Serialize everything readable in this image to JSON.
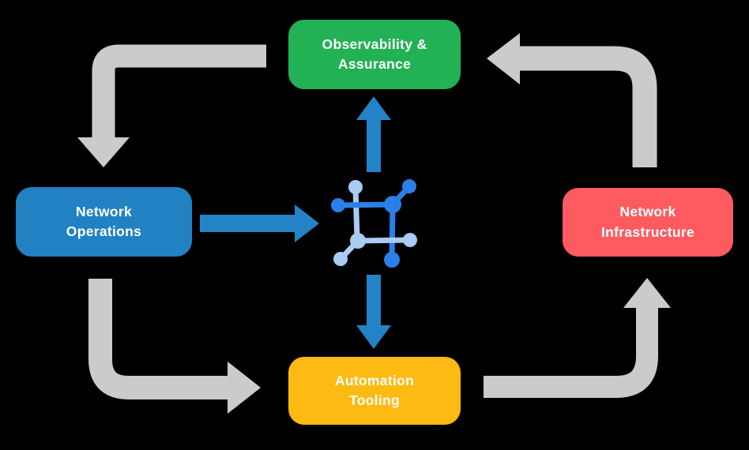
{
  "diagram_title": "network automation lifecycle diagram",
  "colors": {
    "background": "#000000",
    "green": "#22b155",
    "blue": "#2181c2",
    "red": "#fd5b5f",
    "yellow": "#fdba12",
    "gray_arrow": "#cbcbcb",
    "blue_arrow": "#2383c6",
    "icon_dark_blue": "#2a80e8",
    "icon_light_blue": "#a9cbf4",
    "label_text": "#ffffff"
  },
  "nodes": {
    "observability": {
      "label": "Observability &\nAssurance",
      "color": "#22b155"
    },
    "operations": {
      "label": "Network\nOperations",
      "color": "#2181c2"
    },
    "infrastructure": {
      "label": "Network\nInfrastructure",
      "color": "#fd5b5f"
    },
    "automation": {
      "label": "Automation\nTooling",
      "color": "#fdba12"
    }
  },
  "center_icon": "network-mesh-icon",
  "flows": [
    {
      "from": "observability",
      "to": "operations",
      "style": "gray-elbow"
    },
    {
      "from": "operations",
      "to": "automation",
      "style": "gray-elbow"
    },
    {
      "from": "automation",
      "to": "infrastructure",
      "style": "gray-elbow"
    },
    {
      "from": "infrastructure",
      "to": "observability",
      "style": "gray-elbow"
    },
    {
      "from": "operations",
      "to": "center-icon",
      "style": "blue-straight"
    },
    {
      "from": "center-icon",
      "to": "observability",
      "style": "blue-straight"
    },
    {
      "from": "center-icon",
      "to": "automation",
      "style": "blue-straight"
    }
  ]
}
